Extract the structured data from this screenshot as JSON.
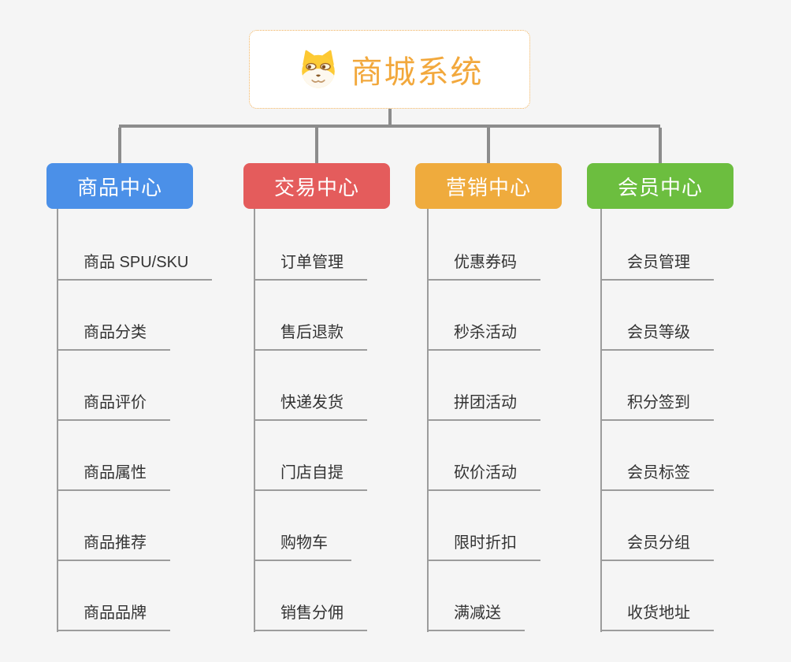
{
  "page": {
    "background": "#f5f5f5",
    "connector_color": "#8c8c8c",
    "leaf_line_color": "#9c9c9c"
  },
  "root": {
    "title": "商城系统",
    "icon": "shiba-dog-icon",
    "accent_color": "#f2a83c",
    "border_color": "#f0b05a",
    "background": "#ffffff"
  },
  "branches": [
    {
      "label": "商品中心",
      "color": "#4b90e8",
      "items": [
        "商品 SPU/SKU",
        "商品分类",
        "商品评价",
        "商品属性",
        "商品推荐",
        "商品品牌"
      ]
    },
    {
      "label": "交易中心",
      "color": "#e45c5c",
      "items": [
        "订单管理",
        "售后退款",
        "快递发货",
        "门店自提",
        "购物车",
        "销售分佣"
      ]
    },
    {
      "label": "营销中心",
      "color": "#efab3d",
      "items": [
        "优惠券码",
        "秒杀活动",
        "拼团活动",
        "砍价活动",
        "限时折扣",
        "满减送"
      ]
    },
    {
      "label": "会员中心",
      "color": "#6cbe3f",
      "items": [
        "会员管理",
        "会员等级",
        "积分签到",
        "会员标签",
        "会员分组",
        "收货地址"
      ]
    }
  ]
}
